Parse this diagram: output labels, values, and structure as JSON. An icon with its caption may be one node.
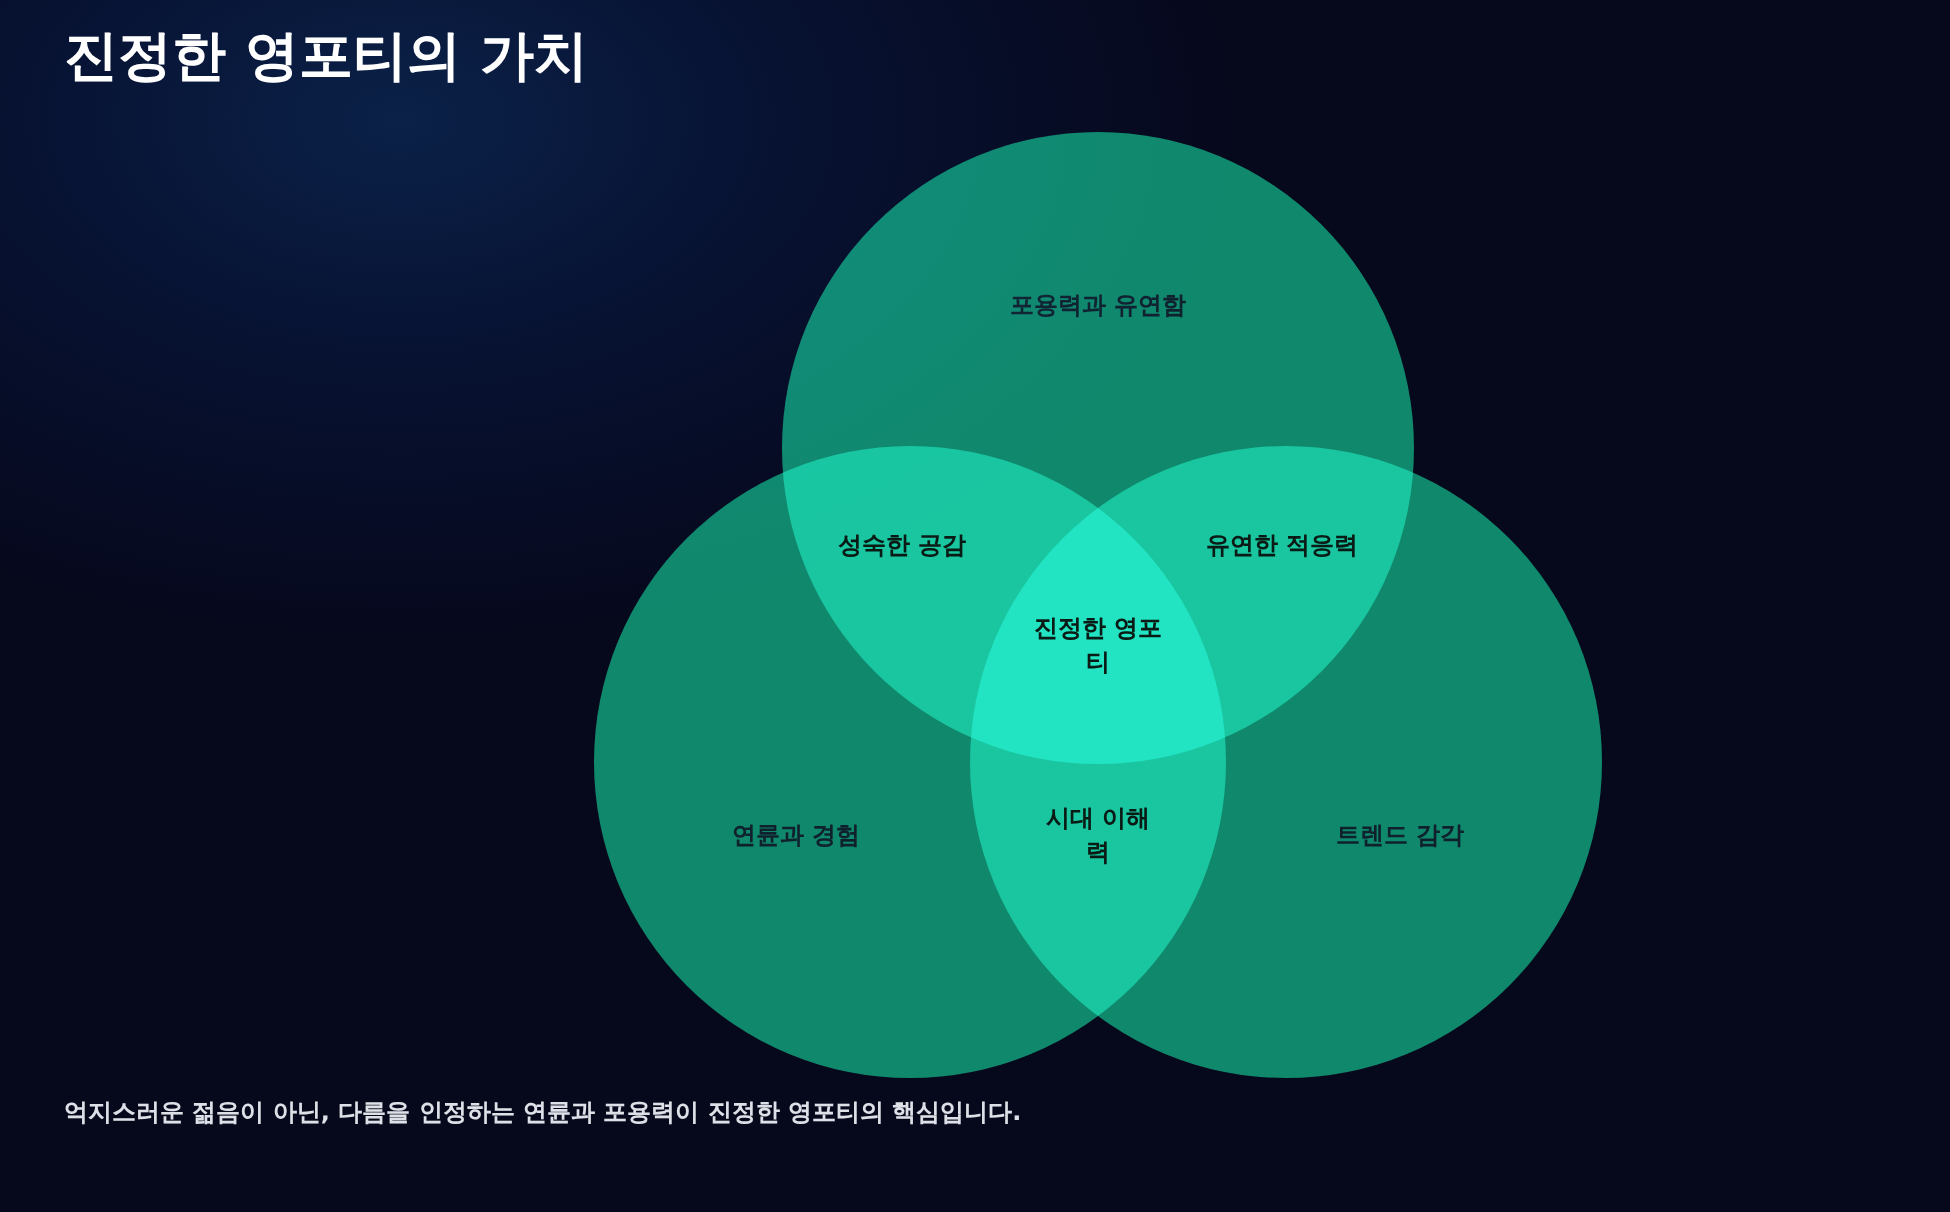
{
  "diagram": {
    "title": "진정한 영포티의 가치",
    "caption": "억지스러운 젊음이 아닌, 다름을 인정하는 연륜과 포용력이 진정한 영포티의 핵심입니다.",
    "nodes": [
      {
        "text": [
          "포용력과 유연함"
        ]
      },
      {
        "text": [
          "연륜과 경험"
        ]
      },
      {
        "text": [
          "트렌드 감각"
        ]
      }
    ],
    "edges": [],
    "labels": [
      "성숙한 공감",
      "유연한 적응력",
      "진정한 영포티",
      "시대 이해력"
    ]
  }
}
